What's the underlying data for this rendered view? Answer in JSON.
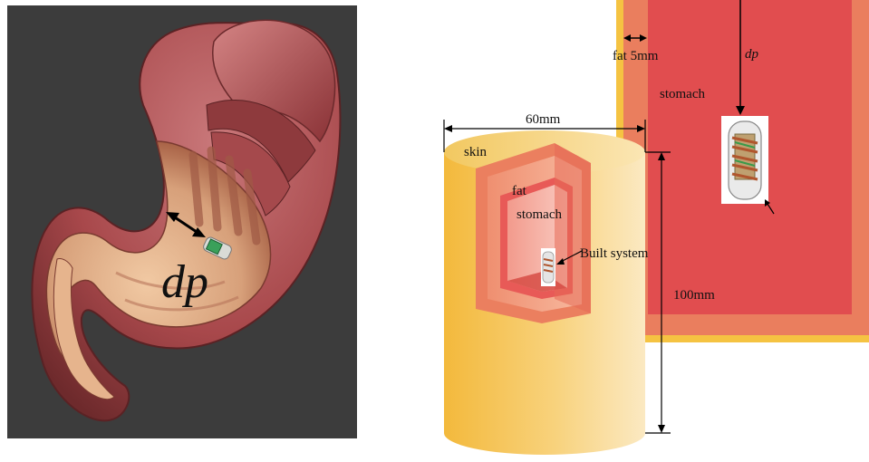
{
  "left_panel": {
    "label_dp": "dp"
  },
  "right_panel": {
    "labels": {
      "dimension_width": "60mm",
      "dimension_height": "100mm",
      "skin": "skin",
      "fat": "fat",
      "stomach_cylinder": "stomach",
      "built_system": "Built  system",
      "fat_thickness": "fat 5mm",
      "dp": "dp",
      "stomach_cross_section": "stomach"
    },
    "colors": {
      "skin": "#f2c04a",
      "fat": "#e97e5e",
      "stomach": "#e04e4e"
    }
  }
}
